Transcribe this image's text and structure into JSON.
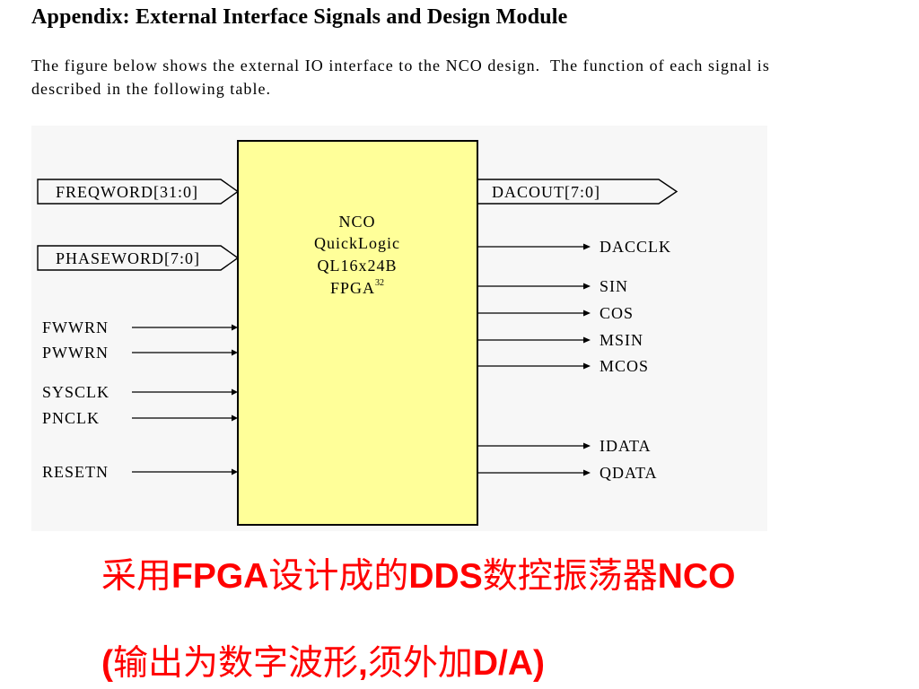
{
  "document": {
    "heading": "Appendix: External Interface Signals and Design Module",
    "intro_lines": [
      "The figure below shows the external IO interface to the NCO design.  The function of each signal is",
      "described in the following table."
    ]
  },
  "diagram": {
    "block": {
      "name": "NCO",
      "vendor": "QuickLogic",
      "device": "QL16x24B",
      "family": "FPGA",
      "family_superscript": "32",
      "fill_color": "#ffff99"
    },
    "bus_inputs": [
      "FREQWORD[31:0]",
      "PHASEWORD[7:0]"
    ],
    "signal_inputs": [
      "FWWRN",
      "PWWRN",
      "SYSCLK",
      "PNCLK",
      "RESETN"
    ],
    "bus_outputs": [
      "DACOUT[7:0]"
    ],
    "signal_outputs": [
      "DACCLK",
      "SIN",
      "COS",
      "MSIN",
      "MCOS",
      "IDATA",
      "QDATA"
    ]
  },
  "caption": {
    "color": "#ff0000",
    "line1": [
      "采用",
      "FPGA",
      "设计成的",
      "DDS",
      "数控振荡器",
      "NCO"
    ],
    "line2": [
      "(",
      "输出为数字波形",
      ",",
      "须外加",
      "D/A)"
    ]
  }
}
